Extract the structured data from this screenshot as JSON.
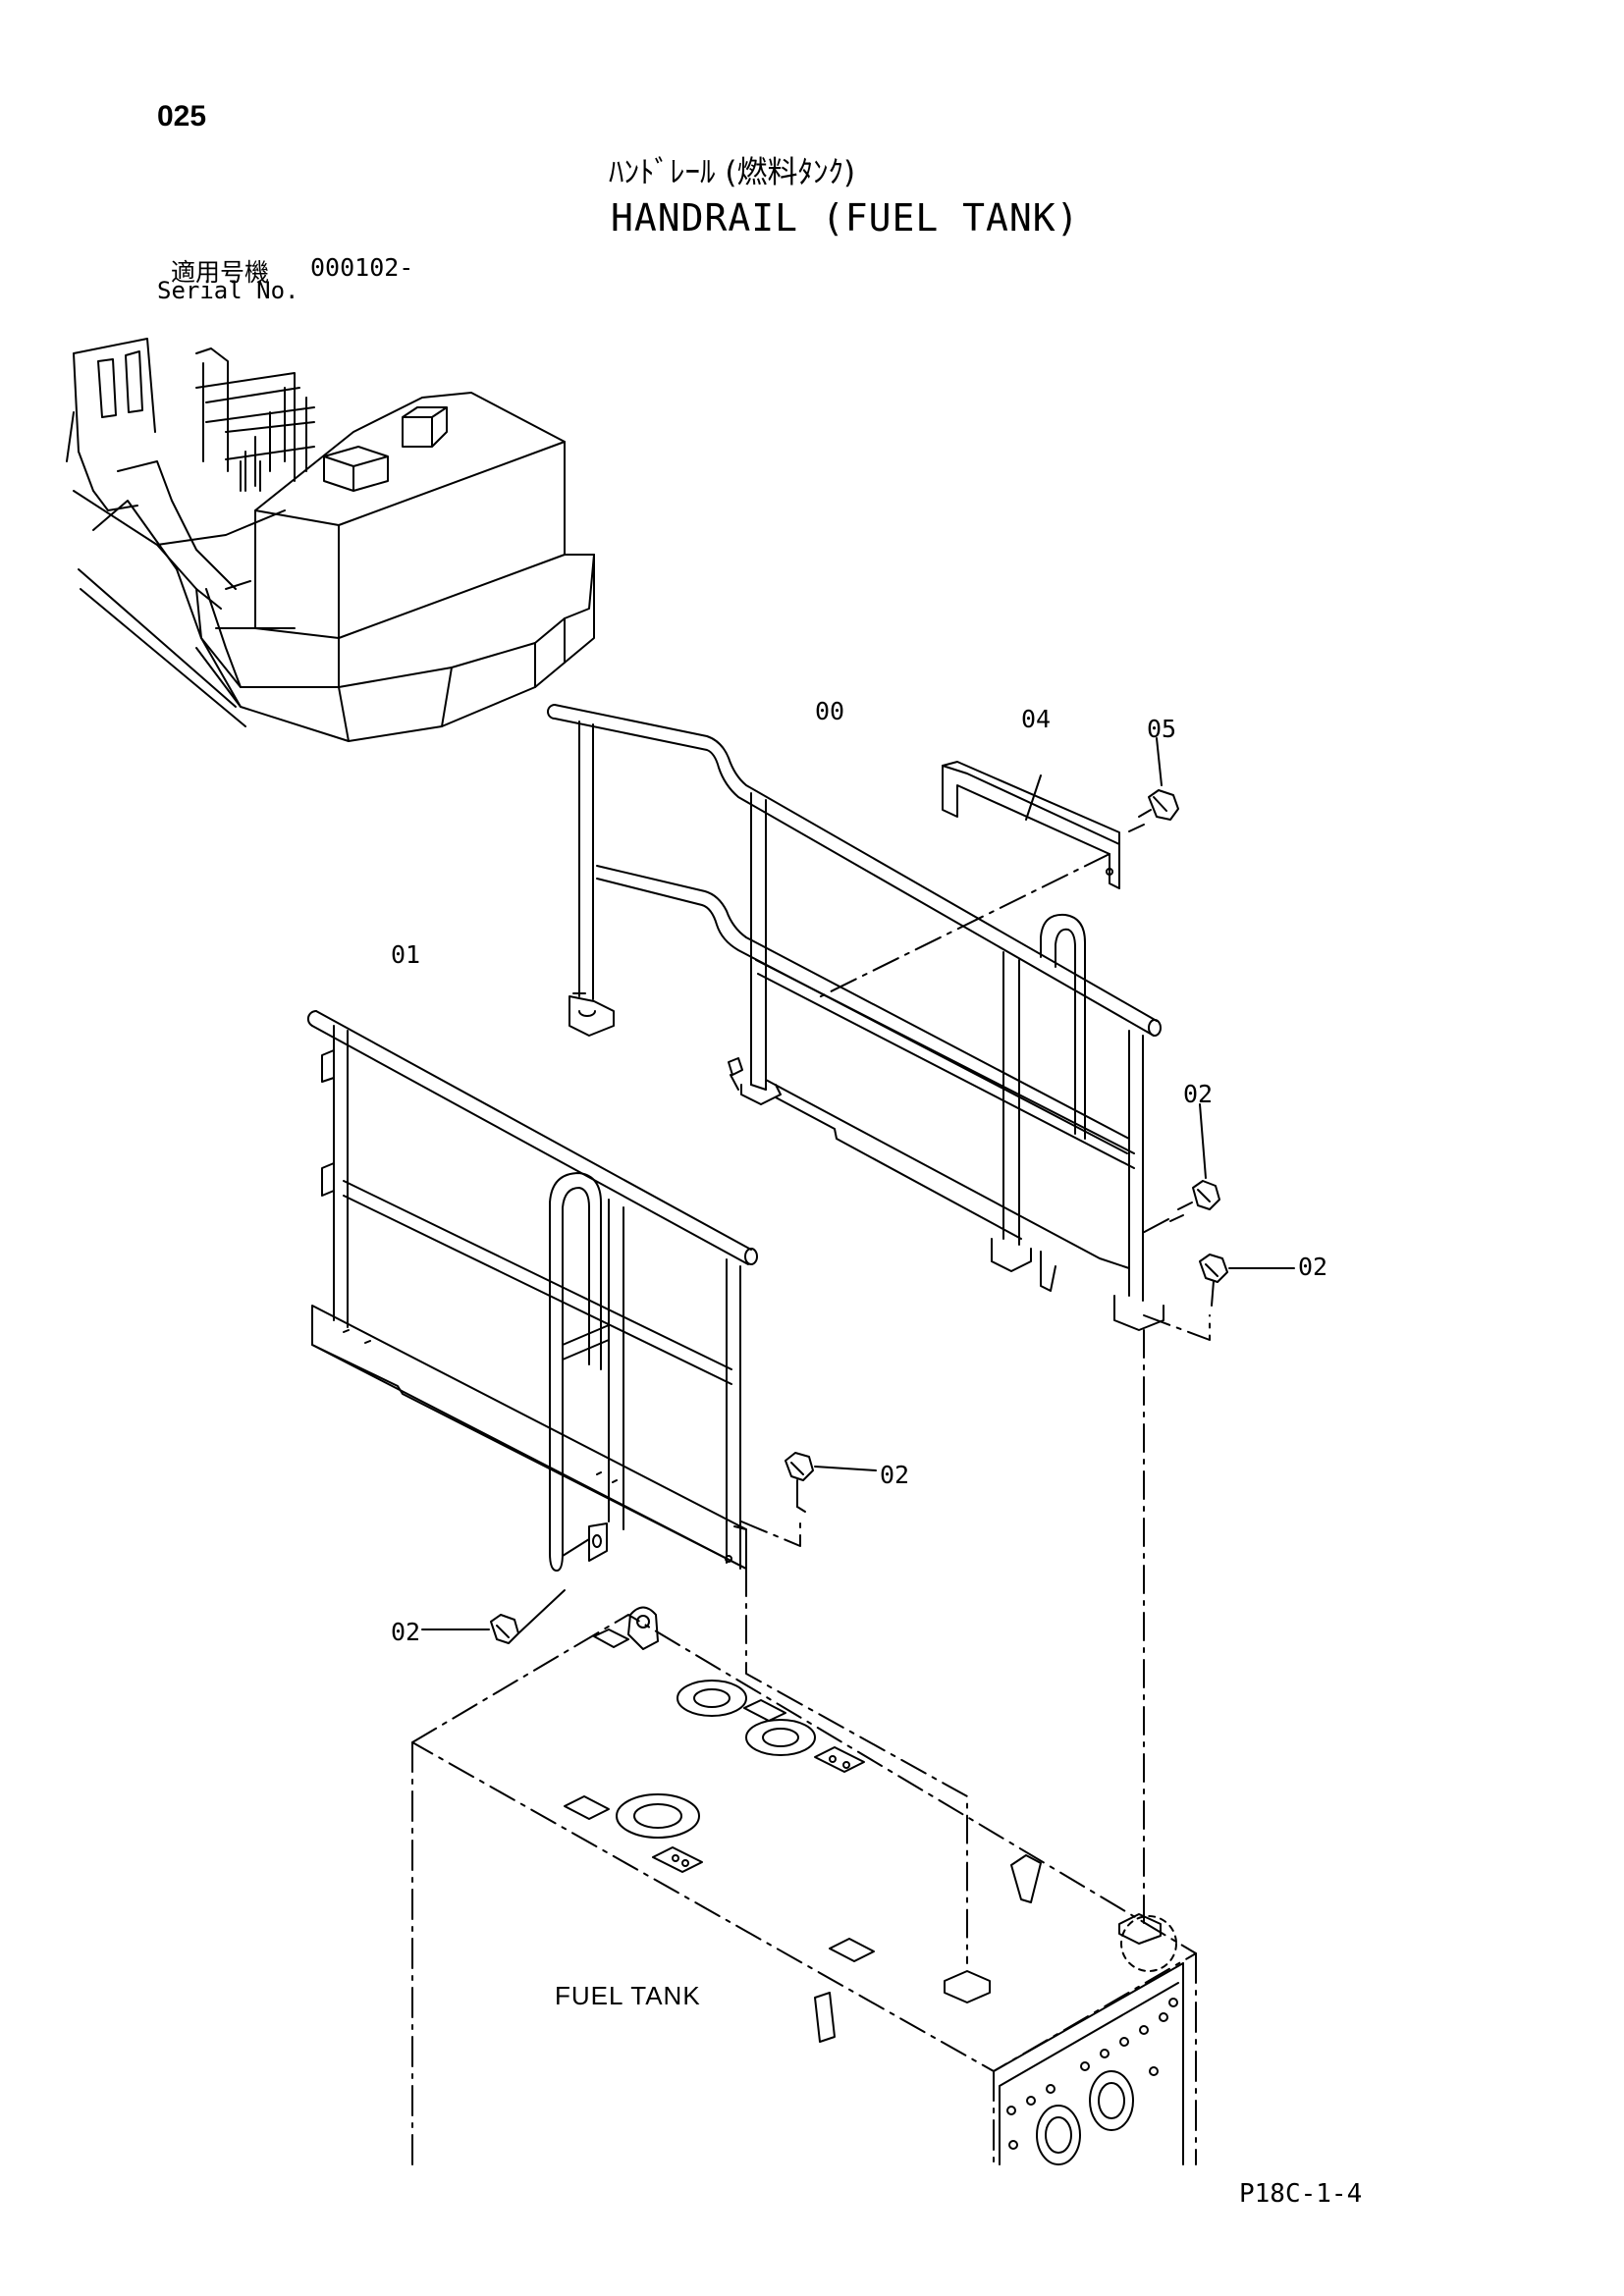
{
  "header": {
    "page_number": "025",
    "title_jp": "ﾊﾝﾄﾞﾚｰﾙ (燃料ﾀﾝｸ)",
    "title_en": "HANDRAIL (FUEL TANK)",
    "serial_label_jp": "適用号機",
    "serial_value": "000102-",
    "serial_label_en": "Serial No."
  },
  "part_labels": {
    "p00": "00",
    "p04": "04",
    "p05": "05",
    "p01": "01",
    "p02_a": "02",
    "p02_b": "02",
    "p02_c": "02",
    "p02_d": "02"
  },
  "component_label": "FUEL TANK",
  "footer": {
    "drawing_code": "P18C-1-4"
  }
}
